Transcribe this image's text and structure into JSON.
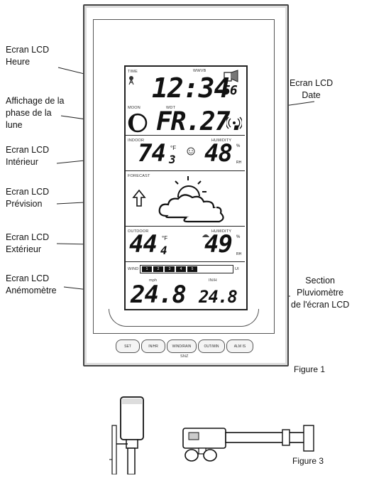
{
  "callouts": {
    "heure": [
      "Ecran LCD",
      "Heure"
    ],
    "date": [
      "Ecran LCD",
      "Date"
    ],
    "lune": [
      "Affichage de la",
      "phase de la",
      "lune"
    ],
    "interieur": [
      "Ecran LCD",
      "Intérieur"
    ],
    "prevision": [
      "Ecran LCD",
      "Prévision"
    ],
    "exterieur": [
      "Ecran LCD",
      "Extérieur"
    ],
    "anemometre": [
      "Ecran LCD",
      "Anémomètre"
    ],
    "pluviometre": [
      "Section",
      "Pluviomètre",
      "de l'écran LCD"
    ]
  },
  "lcd": {
    "time_label": "TIME",
    "wwvb_label": "WWVB",
    "time": "12:34",
    "seconds": "56",
    "moon_label": "MOON",
    "wdt_label": "WDT",
    "date": "FR.27.",
    "indoor_label": "INDOOR",
    "indoor_temp": "74",
    "indoor_temp_decimal": "3",
    "temp_unit": "°F",
    "humidity_label": "HUMIDITY",
    "indoor_humidity": "48",
    "rh": "RH",
    "percent": "%",
    "forecast_label": "FORECAST",
    "outdoor_label": "OUTDOOR",
    "outdoor_temp": "44",
    "outdoor_temp_decimal": "4",
    "outdoor_humidity": "49",
    "wind_label": "WIND",
    "wind_bars": [
      "1",
      "2",
      "3",
      "4",
      "5"
    ],
    "wind_unit_right": "UI",
    "mph_label": "mph",
    "rain_label": "IN/H",
    "wind_value": "24.8",
    "rain_value": "24.8"
  },
  "buttons": [
    "SET",
    "IN/HR",
    "WIND/RAIN",
    "OUT/MIN",
    "ALM IS"
  ],
  "brand": "SNZ",
  "figures": {
    "fig1": "Figure 1",
    "fig3": "Figure 3"
  },
  "colors": {
    "frame": "#444444",
    "lcd_bg": "#ffffff",
    "text": "#111111"
  }
}
